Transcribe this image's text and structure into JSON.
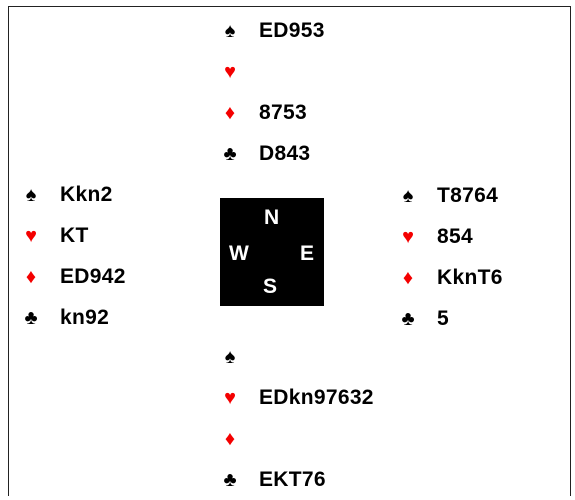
{
  "compass": {
    "north": "N",
    "west": "W",
    "east": "E",
    "south": "S"
  },
  "suits": {
    "spades": {
      "glyph": "♠",
      "color": "#000000"
    },
    "hearts": {
      "glyph": "♥",
      "color": "#f40000"
    },
    "diamonds": {
      "glyph": "♦",
      "color": "#f40000"
    },
    "clubs": {
      "glyph": "♣",
      "color": "#000000"
    }
  },
  "north": {
    "spades": "ED953",
    "hearts": "",
    "diamonds": "8753",
    "clubs": "D843"
  },
  "west": {
    "spades": "Kkn2",
    "hearts": "KT",
    "diamonds": "ED942",
    "clubs": "kn92"
  },
  "east": {
    "spades": "T8764",
    "hearts": "854",
    "diamonds": "KknT6",
    "clubs": "5"
  },
  "south": {
    "spades": "",
    "hearts": "EDkn97632",
    "diamonds": "",
    "clubs": "EKT76"
  }
}
